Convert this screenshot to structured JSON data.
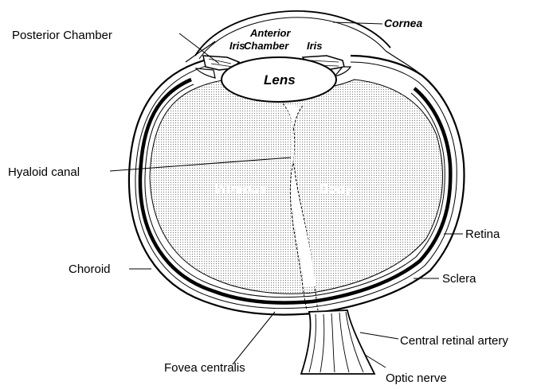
{
  "labels": {
    "posterior_chamber": "Posterior Chamber",
    "cornea": "Cornea",
    "anterior": "Anterior",
    "chamber": "Chamber",
    "iris_left": "Iris",
    "iris_right": "Iris",
    "lens": "Lens",
    "hyaloid_canal": "Hyaloid canal",
    "vitreous": "Vitreous",
    "body": "Body",
    "retina": "Retina",
    "choroid": "Choroid",
    "sclera": "Sclera",
    "central_retinal_artery": "Central retinal artery",
    "fovea_centralis": "Fovea centralis",
    "optic_nerve": "Optic nerve"
  }
}
